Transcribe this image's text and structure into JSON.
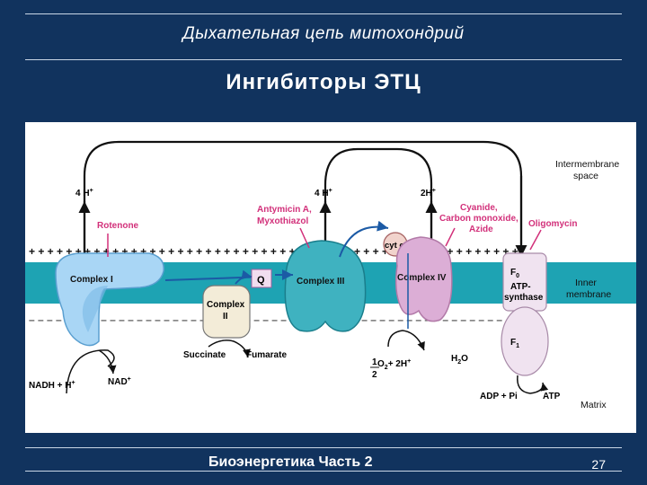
{
  "slide": {
    "title": "Дыхательная цепь митохондрий",
    "subtitle": "Ингибиторы  ЭТЦ",
    "footer": "Биоэнергетика  Часть 2",
    "page_number": "27"
  },
  "diagram": {
    "regions": {
      "intermembrane": "Intermembrane",
      "intermembrane2": "space",
      "inner": "Inner",
      "inner2": "membrane",
      "matrix": "Matrix"
    },
    "membrane_signs": {
      "plus_row": "+ + + + + + + + + + + + + + + + + + + + + + + + + + + + + + + + + + + + + + + + + + + + + + + + + + + + +",
      "minus_row": "– – – – – – – – – – – – – – – – – – – – – – – – – – – – – – – – – – – – – – – – – – – – – – – – – – – – –"
    },
    "complexes": {
      "c1": "Complex I",
      "c2a": "Complex",
      "c2b": "II",
      "c3": "Complex III",
      "c4": "Complex IV",
      "q": "Q",
      "cytc": "cyt c",
      "f0": "F",
      "f0sub": "0",
      "atp1": "ATP-",
      "atp2": "synthase",
      "f1": "F",
      "f1sub": "1"
    },
    "protons": {
      "p1": "4 H",
      "p1sup": "+",
      "p3": "4 H",
      "p3sup": "+",
      "p4": "2H",
      "p4sup": "+"
    },
    "inhibitors": {
      "rotenone": "Rotenone",
      "anti1": "Antymicin A,",
      "anti2": "Myxothiazol",
      "cy1": "Cyanide,",
      "cy2": "Carbon monoxide,",
      "cy3": "Azide",
      "oligo": "Oligomycin"
    },
    "substrates": {
      "nadh": "NADH + H",
      "nadh_sup": "+",
      "nad": "NAD",
      "nad_sup": "+",
      "succinate": "Succinate",
      "fumarate": "Fumarate",
      "o2_num": "1",
      "o2_den": "2",
      "o2": " O",
      "o2_sub": "2",
      "o2_rest": "+ 2H",
      "o2_sup": "+",
      "h2o": "H",
      "h2o_sub": "2",
      "h2o_rest": "O",
      "adp": "ADP + Pi",
      "atp": "ATP"
    },
    "colors": {
      "membrane": "#1ea3b3",
      "complex1": "#a9d6f5",
      "complex3": "#3fb2c0",
      "complex4": "#dcaed6",
      "atp_synthase": "#f0e3f0",
      "inhibitor_text": "#d2307a",
      "arrow_blue": "#1b5aa5"
    }
  }
}
